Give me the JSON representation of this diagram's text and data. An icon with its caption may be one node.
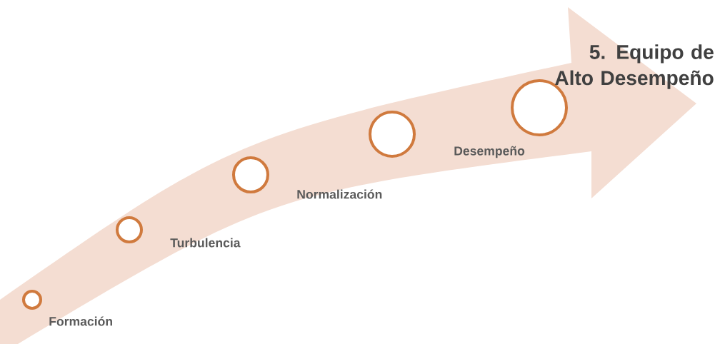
{
  "diagram": {
    "nodes": [
      {
        "text": [],
        "shape": "circle"
      },
      {
        "text": [],
        "shape": "circle"
      },
      {
        "text": [],
        "shape": "circle"
      },
      {
        "text": [],
        "shape": "circle"
      },
      {
        "text": [],
        "shape": "circle",
        "beside": [
          "5. Equipo de Alto Desempeño"
        ]
      }
    ],
    "labels": [
      "Formación",
      "Turbulencia",
      "Normalización",
      "Desempeño"
    ]
  }
}
